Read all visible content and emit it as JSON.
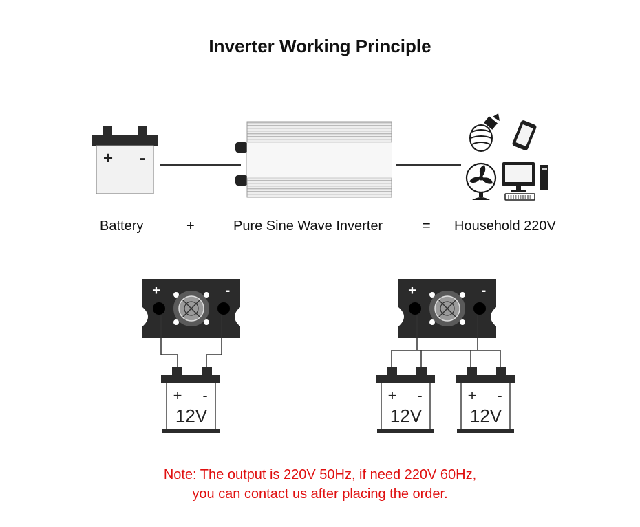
{
  "title": "Inverter Working Principle",
  "flow": {
    "battery_label": "Battery",
    "plus_sign": "+",
    "inverter_label": "Pure Sine Wave Inverter",
    "equals_sign": "=",
    "output_label": "Household 220V"
  },
  "terminals": {
    "positive": "+",
    "negative": "-"
  },
  "single_battery": {
    "voltage": "12V"
  },
  "parallel_batteries": [
    {
      "voltage": "12V"
    },
    {
      "voltage": "12V"
    }
  ],
  "note": {
    "line1": "Note: The output is 220V 50Hz, if need 220V 60Hz,",
    "line2": "you can contact us after placing the order."
  },
  "colors": {
    "note": "#e01010",
    "device_dark": "#2b2b2b",
    "inverter_body": "#d8d8d8"
  },
  "icons": [
    "battery-icon",
    "inverter-icon",
    "bulb-icon",
    "phone-icon",
    "fan-icon",
    "computer-icon"
  ]
}
